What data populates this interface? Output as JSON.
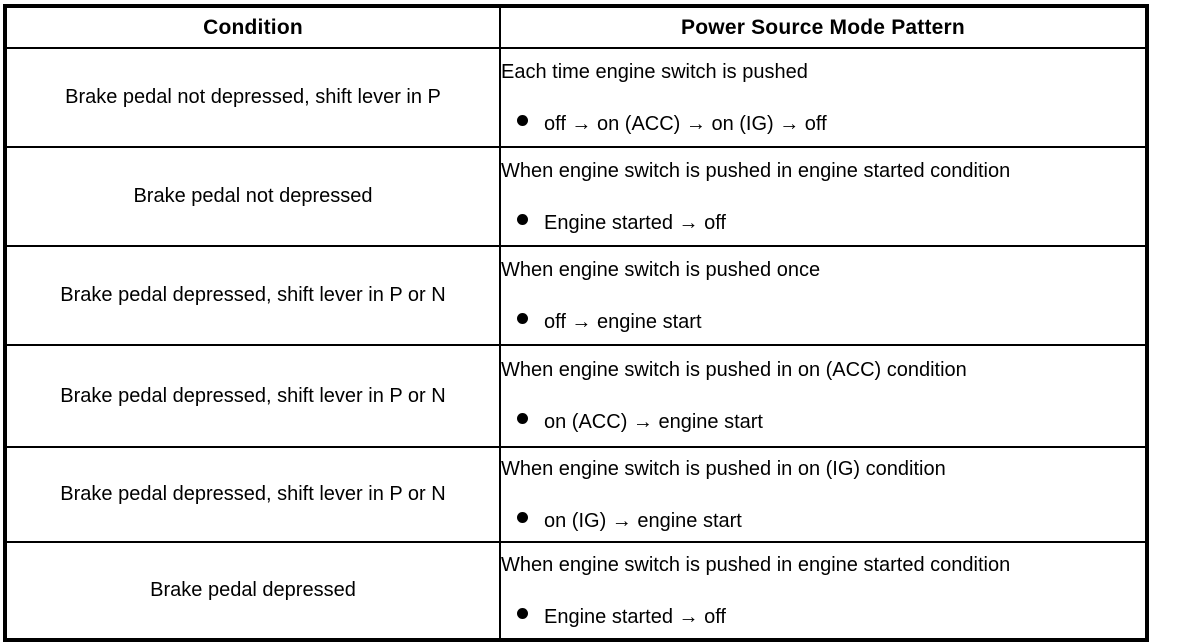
{
  "table": {
    "headers": {
      "condition": "Condition",
      "pattern": "Power Source Mode Pattern"
    },
    "rows": [
      {
        "condition": "Brake pedal not depressed, shift lever in P",
        "pattern_heading": "Each time engine switch is pushed",
        "pattern_bullet": "off → on (ACC) → on (IG) → off"
      },
      {
        "condition": "Brake pedal not depressed",
        "pattern_heading": "When engine switch is pushed in engine started condition",
        "pattern_bullet": "Engine started → off"
      },
      {
        "condition": "Brake pedal depressed, shift lever in P or N",
        "pattern_heading": "When engine switch is pushed once",
        "pattern_bullet": "off → engine start"
      },
      {
        "condition": "Brake pedal depressed, shift lever in P or N",
        "pattern_heading": "When engine switch is pushed in on (ACC) condition",
        "pattern_bullet": "on (ACC) → engine start"
      },
      {
        "condition": "Brake pedal depressed, shift lever in P or N",
        "pattern_heading": "When engine switch is pushed in on (IG) condition",
        "pattern_bullet": "on (IG) → engine start"
      },
      {
        "condition": "Brake pedal depressed",
        "pattern_heading": "When engine switch is pushed in engine started condition",
        "pattern_bullet": "Engine started → off"
      }
    ]
  },
  "colors": {
    "border": "#000000",
    "text": "#000000",
    "background": "#ffffff"
  }
}
